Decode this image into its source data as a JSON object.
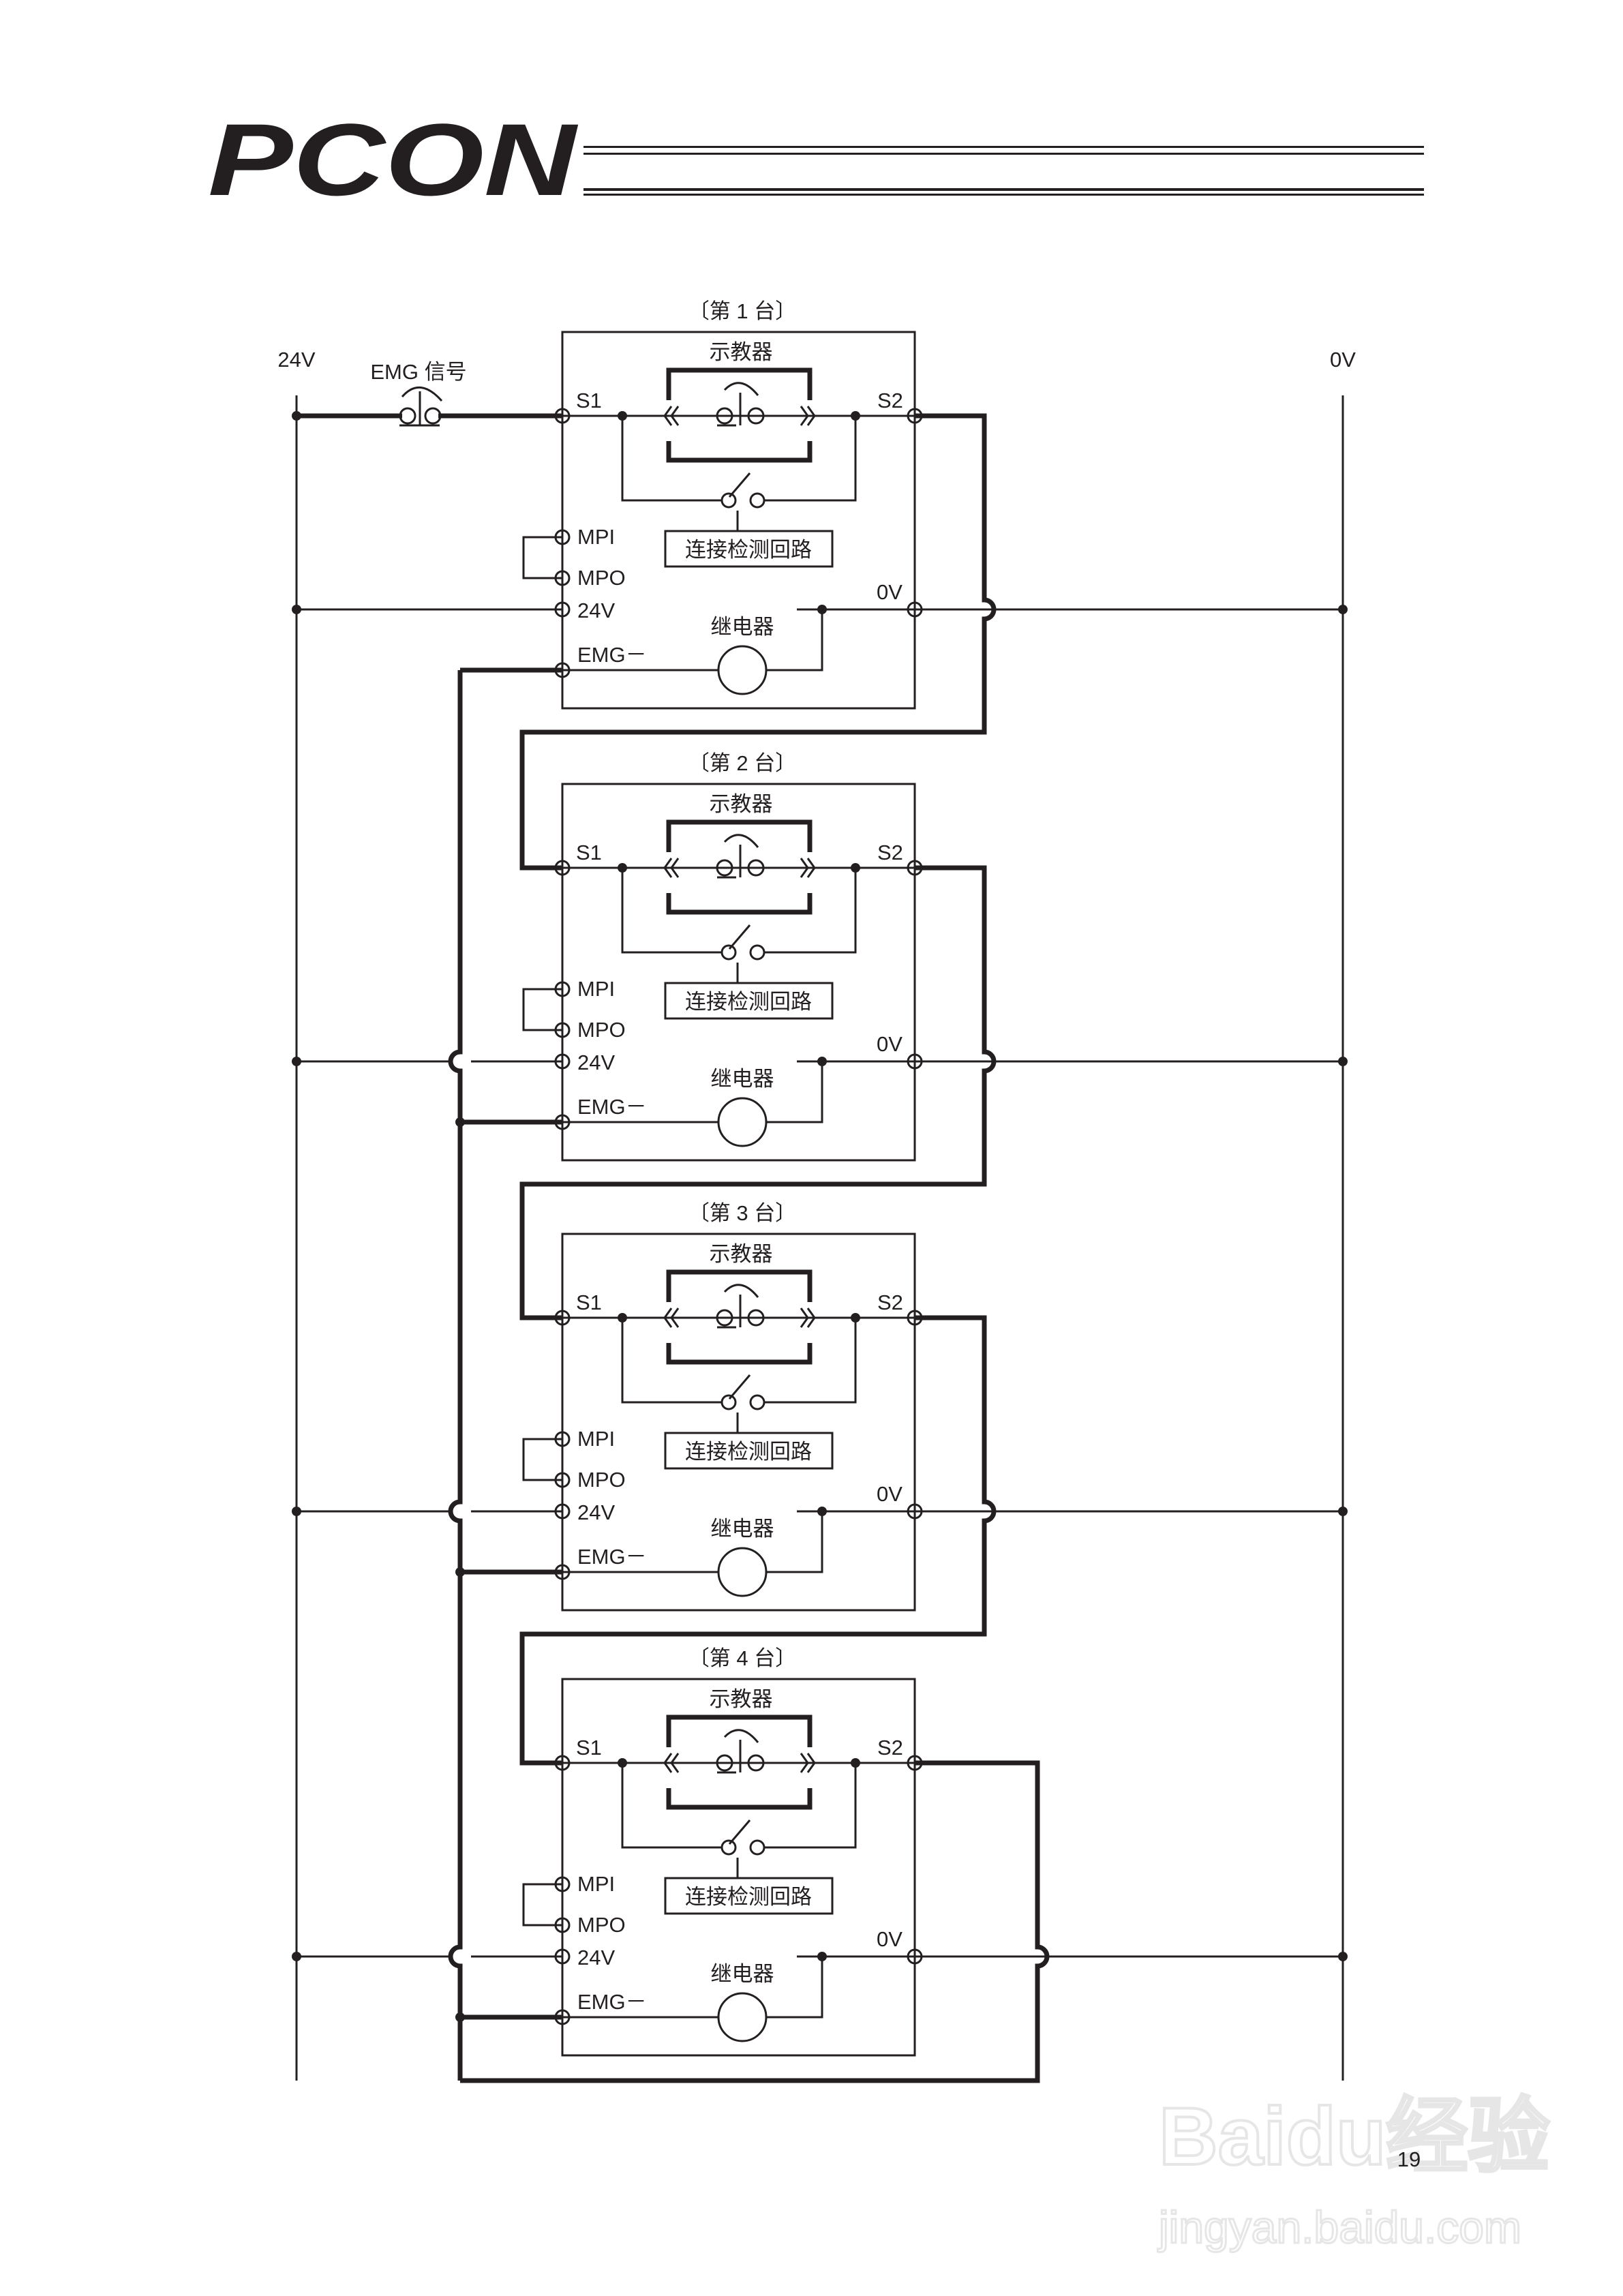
{
  "header": {
    "logo": "PCON"
  },
  "rails": {
    "left_label": "24V",
    "right_label": "0V"
  },
  "emg_signal_label": "EMG 信号",
  "units": [
    {
      "title": "〔第 1 台〕"
    },
    {
      "title": "〔第 2 台〕"
    },
    {
      "title": "〔第 3 台〕"
    },
    {
      "title": "〔第 4 台〕"
    }
  ],
  "unit_labels": {
    "pendant": "示教器",
    "s1": "S1",
    "s2": "S2",
    "mpi": "MPI",
    "mpo": "MPO",
    "v24": "24V",
    "v0": "0V",
    "emg": "EMG－",
    "relay": "继电器",
    "detect": "连接检测回路"
  },
  "page_number": "19",
  "watermark": {
    "text": "Baidu经验",
    "url_text": "jingyan.baidu.com"
  },
  "colors": {
    "ink": "#231f20",
    "watermark": "#e6e6e6"
  }
}
